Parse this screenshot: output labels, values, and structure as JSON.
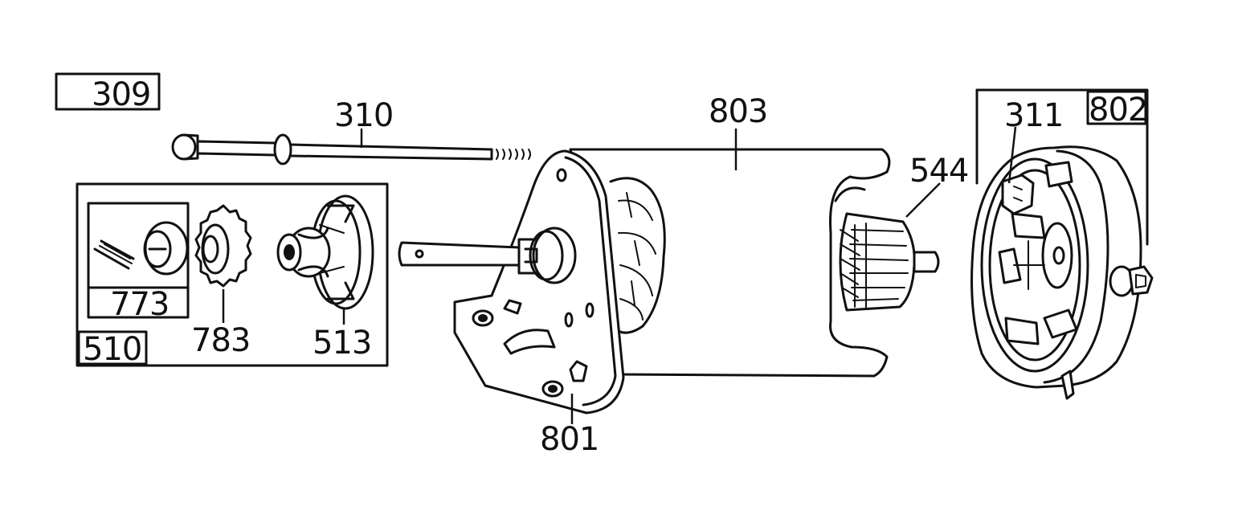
{
  "diagram": {
    "type": "exploded-parts-view",
    "callouts": {
      "kit_309": "309",
      "bolt_310": "310",
      "brush_311": "311",
      "armature_544": "544",
      "endcap_801": "801",
      "endcap_802": "802",
      "housing_803": "803",
      "drive_kit_510": "510",
      "pinion_nut_773": "773",
      "pinion_783": "783",
      "drive_assembly_513": "513"
    }
  }
}
